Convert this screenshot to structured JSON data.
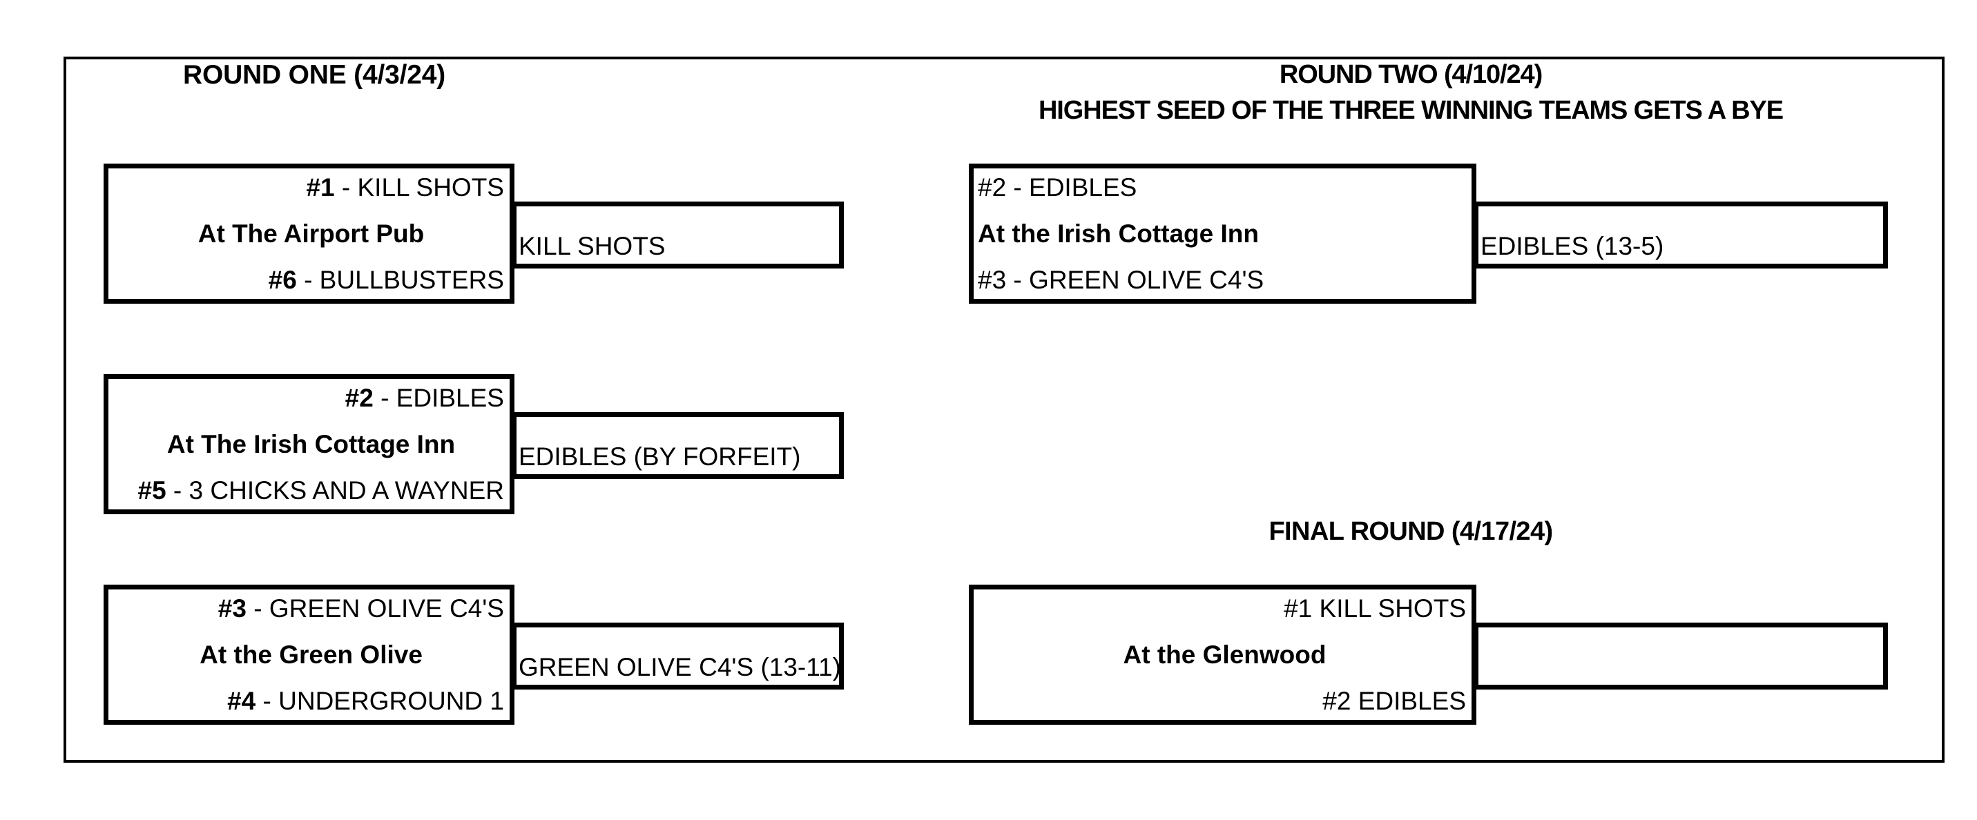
{
  "rounds": {
    "round_one": {
      "heading": "ROUND ONE (4/3/24)"
    },
    "round_two": {
      "heading": "ROUND TWO (4/10/24)",
      "subheading": "HIGHEST SEED OF THE THREE WINNING TEAMS GETS A BYE"
    },
    "final_round": {
      "heading": "FINAL ROUND (4/17/24)"
    }
  },
  "round_one_matches": [
    {
      "top_seed": "#1",
      "top_team": " - KILL SHOTS",
      "venue": "At The Airport Pub",
      "bottom_seed": "#6",
      "bottom_team": " - BULLBUSTERS",
      "winner": "KILL SHOTS"
    },
    {
      "top_seed": "#2",
      "top_team": " - EDIBLES",
      "venue": "At The Irish Cottage Inn",
      "bottom_seed": "#5",
      "bottom_team": " - 3 CHICKS AND A WAYNER",
      "winner": "EDIBLES (BY FORFEIT)"
    },
    {
      "top_seed": "#3",
      "top_team": " - GREEN OLIVE C4'S",
      "venue": "At the Green Olive",
      "bottom_seed": "#4",
      "bottom_team": " - UNDERGROUND 1",
      "winner": "GREEN OLIVE C4'S (13-11)"
    }
  ],
  "round_two_match": {
    "top_seed": "#2",
    "top_team": " - EDIBLES",
    "venue": "At the Irish Cottage Inn",
    "bottom_seed": "#3",
    "bottom_team": " - GREEN OLIVE C4'S",
    "winner": "EDIBLES (13-5)"
  },
  "final_match": {
    "top_seed": "#1",
    "top_team": " KILL SHOTS",
    "venue": "At the Glenwood",
    "bottom_seed": "#2",
    "bottom_team": " EDIBLES",
    "winner": ""
  },
  "colors": {
    "line": "#000000",
    "background": "#ffffff",
    "text": "#000000"
  }
}
